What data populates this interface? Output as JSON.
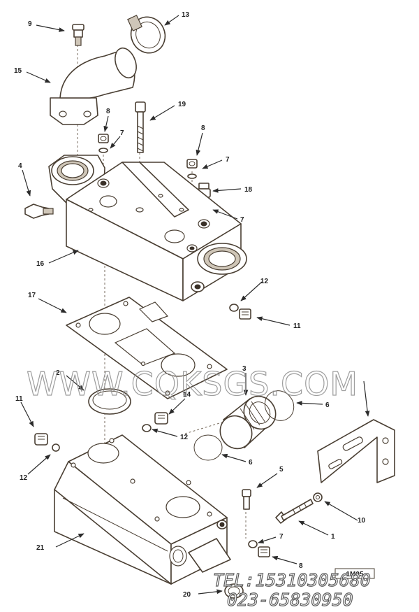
{
  "callouts": [
    {
      "id": "c9",
      "text": "9"
    },
    {
      "id": "c13",
      "text": "13"
    },
    {
      "id": "c15",
      "text": "15"
    },
    {
      "id": "c19",
      "text": "19"
    },
    {
      "id": "c8a",
      "text": "8"
    },
    {
      "id": "c7a",
      "text": "7"
    },
    {
      "id": "c8b",
      "text": "8"
    },
    {
      "id": "c7b",
      "text": "7"
    },
    {
      "id": "c4",
      "text": "4"
    },
    {
      "id": "c18",
      "text": "18"
    },
    {
      "id": "c7c",
      "text": "7"
    },
    {
      "id": "c16",
      "text": "16"
    },
    {
      "id": "c12a",
      "text": "12"
    },
    {
      "id": "c11a",
      "text": "11"
    },
    {
      "id": "c17",
      "text": "17"
    },
    {
      "id": "c2",
      "text": "2"
    },
    {
      "id": "c3",
      "text": "3"
    },
    {
      "id": "c14",
      "text": "14"
    },
    {
      "id": "c6a",
      "text": "6"
    },
    {
      "id": "c11b",
      "text": "11"
    },
    {
      "id": "c12b",
      "text": "12"
    },
    {
      "id": "c12c",
      "text": "12"
    },
    {
      "id": "c6b",
      "text": "6"
    },
    {
      "id": "c5",
      "text": "5"
    },
    {
      "id": "c10",
      "text": "10"
    },
    {
      "id": "c7d",
      "text": "7"
    },
    {
      "id": "c1",
      "text": "1"
    },
    {
      "id": "c21",
      "text": "21"
    },
    {
      "id": "c8c",
      "text": "8"
    },
    {
      "id": "c20",
      "text": "20"
    }
  ],
  "watermark": "WWW.CQKSGS.COM",
  "contact": {
    "tel": "TEL:15310305680",
    "phone": "023-65830950"
  },
  "figure_code": "1M05"
}
